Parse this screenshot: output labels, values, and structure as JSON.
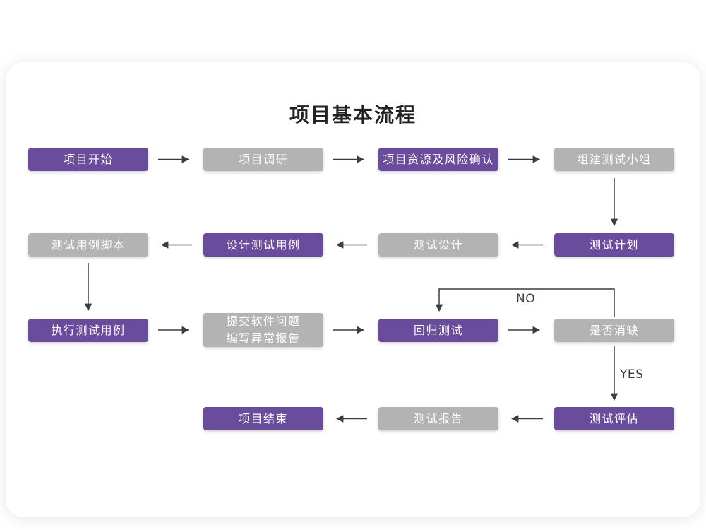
{
  "title": "项目基本流程",
  "colors": {
    "purple": "#6a4c9c",
    "gray": "#b3b3b3",
    "arrow": "#3d3d3d",
    "node_text": "#ffffff",
    "title": "#222222"
  },
  "flow_labels": {
    "no": "NO",
    "yes": "YES"
  },
  "nodes": [
    {
      "id": "project-start",
      "label": "项目开始",
      "type": "purple"
    },
    {
      "id": "project-research",
      "label": "项目调研",
      "type": "gray"
    },
    {
      "id": "resource-risk-confirm",
      "label": "项目资源及风险确认",
      "type": "purple"
    },
    {
      "id": "build-test-team",
      "label": "组建测试小组",
      "type": "gray"
    },
    {
      "id": "test-case-scripts",
      "label": "测试用例脚本",
      "type": "gray"
    },
    {
      "id": "design-test-cases",
      "label": "设计测试用例",
      "type": "purple"
    },
    {
      "id": "test-design",
      "label": "测试设计",
      "type": "gray"
    },
    {
      "id": "test-plan",
      "label": "测试计划",
      "type": "purple"
    },
    {
      "id": "execute-test-cases",
      "label": "执行测试用例",
      "type": "purple"
    },
    {
      "id": "submit-issues-report",
      "label": "提交软件问题\n编写异常报告",
      "type": "gray"
    },
    {
      "id": "regression-test",
      "label": "回归测试",
      "type": "purple"
    },
    {
      "id": "defect-resolved",
      "label": "是否消缺",
      "type": "gray"
    },
    {
      "id": "project-end",
      "label": "项目结束",
      "type": "purple"
    },
    {
      "id": "test-report",
      "label": "测试报告",
      "type": "gray"
    },
    {
      "id": "test-evaluation",
      "label": "测试评估",
      "type": "purple"
    }
  ]
}
